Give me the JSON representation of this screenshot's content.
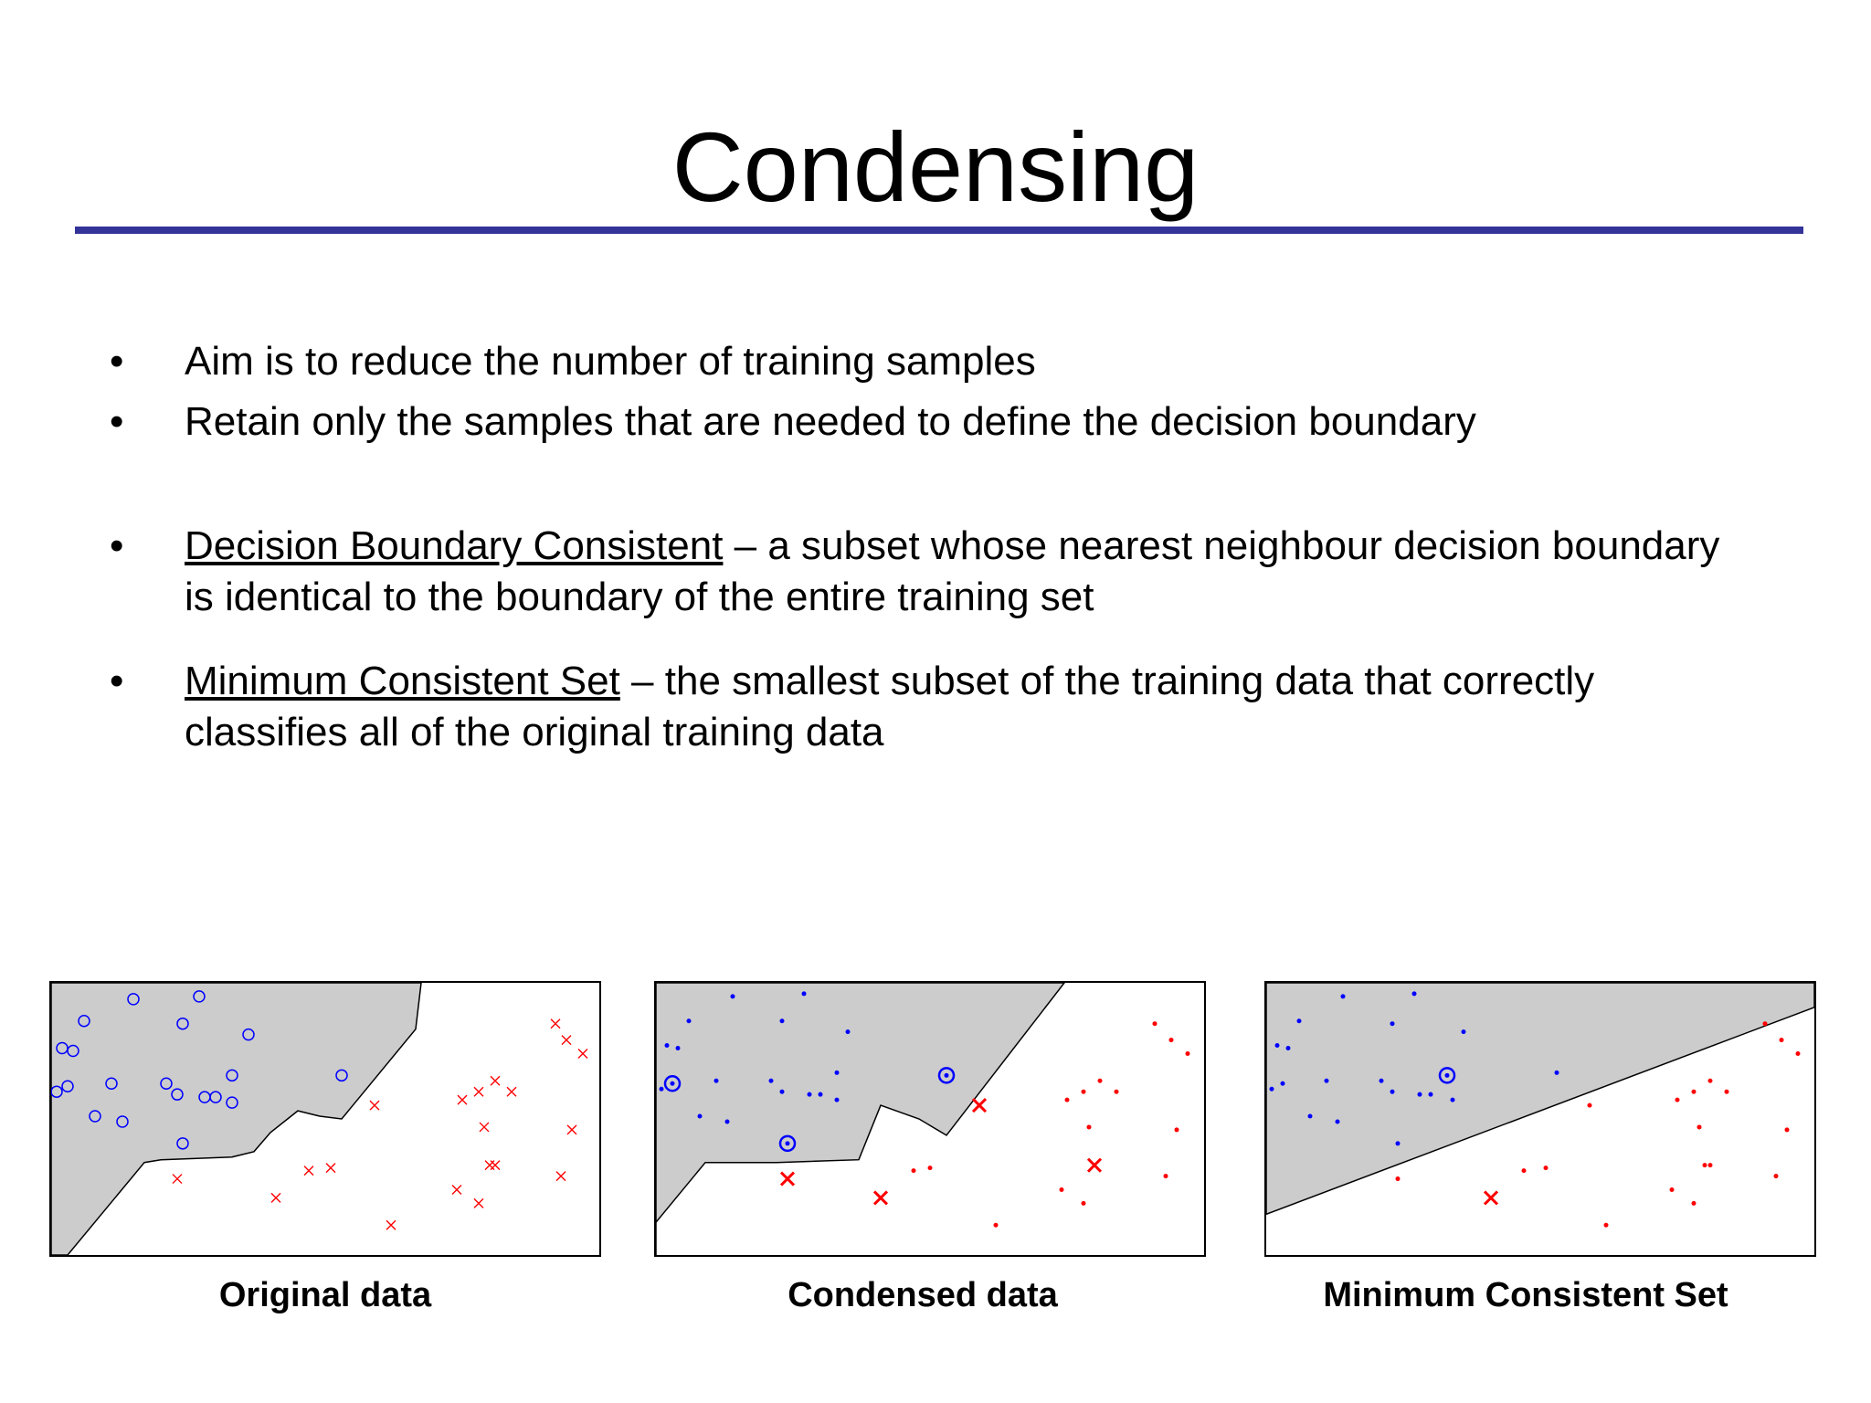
{
  "slide": {
    "title": "Condensing",
    "bullets": [
      {
        "term": "",
        "text": "Aim is to reduce the number of training samples"
      },
      {
        "term": "",
        "text": "Retain only the samples that are needed to define the decision boundary"
      },
      {
        "term": "Decision Boundary Consistent",
        "text": " – a subset whose nearest neighbour decision boundary is identical to the boundary of the entire training set"
      },
      {
        "term": "Minimum Consistent Set",
        "text": " – the smallest subset of the training data that correctly classifies all of the original training data"
      }
    ],
    "bullet_glyph": "•"
  },
  "colors": {
    "accent_rule": "#333399",
    "region_fill": "#cccccc",
    "class_circle": "#0000ff",
    "class_cross": "#ff0000"
  },
  "figures": [
    {
      "caption": "Original data",
      "region_boundary": [
        [
          0,
          1
        ],
        [
          0,
          0
        ],
        [
          0.675,
          0
        ],
        [
          0.665,
          0.17
        ],
        [
          0.53,
          0.5
        ],
        [
          0.49,
          0.49
        ],
        [
          0.45,
          0.47
        ],
        [
          0.4,
          0.55
        ],
        [
          0.37,
          0.62
        ],
        [
          0.33,
          0.64
        ],
        [
          0.2,
          0.65
        ],
        [
          0.17,
          0.66
        ],
        [
          0.03,
          1
        ]
      ],
      "circles": [
        [
          0.15,
          0.06
        ],
        [
          0.27,
          0.05
        ],
        [
          0.06,
          0.14
        ],
        [
          0.24,
          0.15
        ],
        [
          0.36,
          0.19
        ],
        [
          0.02,
          0.24
        ],
        [
          0.04,
          0.25
        ],
        [
          0.03,
          0.38
        ],
        [
          0.01,
          0.4
        ],
        [
          0.11,
          0.37
        ],
        [
          0.21,
          0.37
        ],
        [
          0.23,
          0.41
        ],
        [
          0.28,
          0.42
        ],
        [
          0.3,
          0.42
        ],
        [
          0.33,
          0.44
        ],
        [
          0.33,
          0.34
        ],
        [
          0.53,
          0.34
        ],
        [
          0.08,
          0.49
        ],
        [
          0.13,
          0.51
        ],
        [
          0.24,
          0.59
        ]
      ],
      "crosses": [
        [
          0.92,
          0.15
        ],
        [
          0.94,
          0.21
        ],
        [
          0.97,
          0.26
        ],
        [
          0.81,
          0.36
        ],
        [
          0.78,
          0.4
        ],
        [
          0.75,
          0.43
        ],
        [
          0.84,
          0.4
        ],
        [
          0.59,
          0.45
        ],
        [
          0.79,
          0.53
        ],
        [
          0.95,
          0.54
        ],
        [
          0.8,
          0.67
        ],
        [
          0.81,
          0.67
        ],
        [
          0.93,
          0.71
        ],
        [
          0.51,
          0.68
        ],
        [
          0.47,
          0.69
        ],
        [
          0.23,
          0.72
        ],
        [
          0.41,
          0.79
        ],
        [
          0.74,
          0.76
        ],
        [
          0.78,
          0.81
        ],
        [
          0.62,
          0.89
        ]
      ],
      "kept_circles": [],
      "kept_crosses": []
    },
    {
      "caption": "Condensed data",
      "region_boundary": [
        [
          0,
          1
        ],
        [
          0,
          0
        ],
        [
          0.745,
          0
        ],
        [
          0.53,
          0.56
        ],
        [
          0.48,
          0.5
        ],
        [
          0.41,
          0.45
        ],
        [
          0.37,
          0.65
        ],
        [
          0.22,
          0.66
        ],
        [
          0.09,
          0.66
        ],
        [
          0,
          0.88
        ]
      ],
      "circles": [
        [
          0.14,
          0.05
        ],
        [
          0.27,
          0.04
        ],
        [
          0.06,
          0.14
        ],
        [
          0.23,
          0.14
        ],
        [
          0.35,
          0.18
        ],
        [
          0.02,
          0.23
        ],
        [
          0.04,
          0.24
        ],
        [
          0.01,
          0.39
        ],
        [
          0.11,
          0.36
        ],
        [
          0.21,
          0.36
        ],
        [
          0.23,
          0.4
        ],
        [
          0.28,
          0.41
        ],
        [
          0.3,
          0.41
        ],
        [
          0.33,
          0.43
        ],
        [
          0.33,
          0.33
        ],
        [
          0.08,
          0.49
        ],
        [
          0.13,
          0.51
        ]
      ],
      "crosses": [
        [
          0.91,
          0.15
        ],
        [
          0.94,
          0.21
        ],
        [
          0.97,
          0.26
        ],
        [
          0.81,
          0.36
        ],
        [
          0.78,
          0.4
        ],
        [
          0.75,
          0.43
        ],
        [
          0.84,
          0.4
        ],
        [
          0.79,
          0.53
        ],
        [
          0.95,
          0.54
        ],
        [
          0.5,
          0.68
        ],
        [
          0.47,
          0.69
        ],
        [
          0.93,
          0.71
        ],
        [
          0.74,
          0.76
        ],
        [
          0.78,
          0.81
        ],
        [
          0.62,
          0.89
        ]
      ],
      "kept_circles": [
        [
          0.03,
          0.37
        ],
        [
          0.53,
          0.34
        ],
        [
          0.24,
          0.59
        ]
      ],
      "kept_crosses": [
        [
          0.59,
          0.45
        ],
        [
          0.24,
          0.72
        ],
        [
          0.41,
          0.79
        ],
        [
          0.8,
          0.67
        ]
      ]
    },
    {
      "caption": "Minimum Consistent Set",
      "region_boundary": [
        [
          0,
          0
        ],
        [
          1,
          0
        ],
        [
          1,
          0.09
        ],
        [
          0,
          0.85
        ]
      ],
      "circles": [
        [
          0.14,
          0.05
        ],
        [
          0.27,
          0.04
        ],
        [
          0.06,
          0.14
        ],
        [
          0.23,
          0.15
        ],
        [
          0.36,
          0.18
        ],
        [
          0.02,
          0.23
        ],
        [
          0.04,
          0.24
        ],
        [
          0.01,
          0.39
        ],
        [
          0.03,
          0.37
        ],
        [
          0.11,
          0.36
        ],
        [
          0.21,
          0.36
        ],
        [
          0.23,
          0.4
        ],
        [
          0.28,
          0.41
        ],
        [
          0.3,
          0.41
        ],
        [
          0.34,
          0.43
        ],
        [
          0.53,
          0.33
        ],
        [
          0.08,
          0.49
        ],
        [
          0.13,
          0.51
        ],
        [
          0.24,
          0.59
        ]
      ],
      "crosses": [
        [
          0.91,
          0.15
        ],
        [
          0.94,
          0.21
        ],
        [
          0.97,
          0.26
        ],
        [
          0.81,
          0.36
        ],
        [
          0.78,
          0.4
        ],
        [
          0.75,
          0.43
        ],
        [
          0.84,
          0.4
        ],
        [
          0.59,
          0.45
        ],
        [
          0.79,
          0.53
        ],
        [
          0.95,
          0.54
        ],
        [
          0.8,
          0.67
        ],
        [
          0.81,
          0.67
        ],
        [
          0.93,
          0.71
        ],
        [
          0.51,
          0.68
        ],
        [
          0.47,
          0.69
        ],
        [
          0.24,
          0.72
        ],
        [
          0.74,
          0.76
        ],
        [
          0.78,
          0.81
        ],
        [
          0.62,
          0.89
        ]
      ],
      "kept_circles": [
        [
          0.33,
          0.34
        ]
      ],
      "kept_crosses": [
        [
          0.41,
          0.79
        ]
      ]
    }
  ]
}
